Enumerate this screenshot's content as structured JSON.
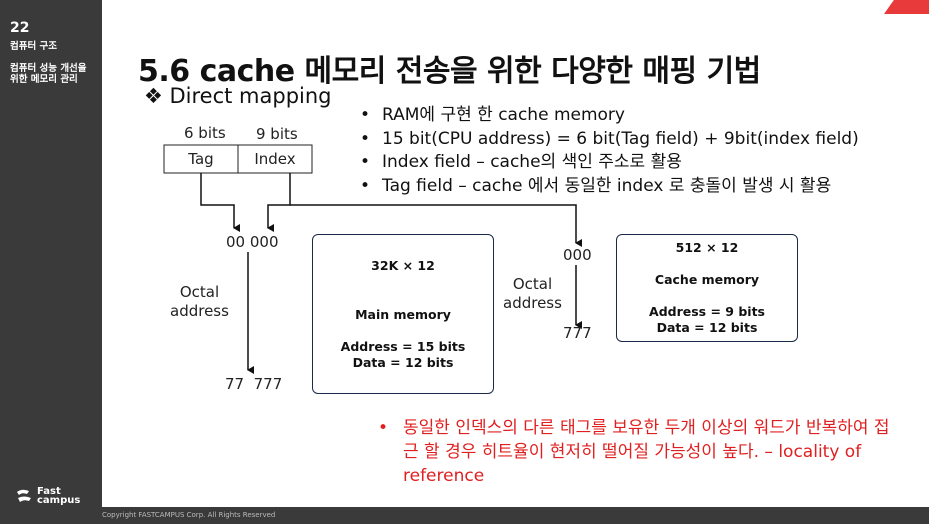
{
  "sidebar": {
    "slide_number": "22",
    "course": "컴퓨터 구조",
    "section": "컴퓨터 성능 개선을 위한 메모리 관리",
    "logo_text_top": "Fast",
    "logo_text_bottom": "campus"
  },
  "footer": {
    "copyright": "Copyright FASTCAMPUS Corp. All Rights Reserved"
  },
  "title": "5.6 cache 메모리 전송을 위한 다양한 매핑 기법",
  "subtitle": "❖ Direct mapping",
  "bullets": [
    "RAM에 구현 한 cache memory",
    "15 bit(CPU address) = 6 bit(Tag field) + 9bit(index field)",
    "Index field – cache의 색인 주소로 활용",
    "Tag field – cache 에서 동일한 index 로 충돌이 발생 시 활용"
  ],
  "diagram": {
    "tag_bits": "6 bits",
    "index_bits": "9 bits",
    "tag_label": "Tag",
    "index_label": "Index",
    "main_start": "00 000",
    "main_end": "77  777",
    "octal_left": "Octal\naddress",
    "cache_start": "000",
    "cache_end": "777",
    "octal_right": "Octal\naddress",
    "main_memory": {
      "size": "32K × 12",
      "name": "Main memory",
      "address": "Address = 15 bits",
      "data": "Data = 12 bits"
    },
    "cache_memory": {
      "size": "512 × 12",
      "name": "Cache memory",
      "address": "Address = 9 bits",
      "data": "Data = 12 bits"
    }
  },
  "notes": [
    "동일한 인덱스의 다른 태그를 보유한 두개 이상의 워드가 반복하여 접근 할 경우 히트율이 현저히 떨어질 가능성이 높다. – locality of reference"
  ],
  "colors": {
    "accent_red": "#e83a3a",
    "note_red": "#e02020",
    "box_border": "#1b2a4a",
    "sidebar_bg": "#3a3a3a"
  }
}
